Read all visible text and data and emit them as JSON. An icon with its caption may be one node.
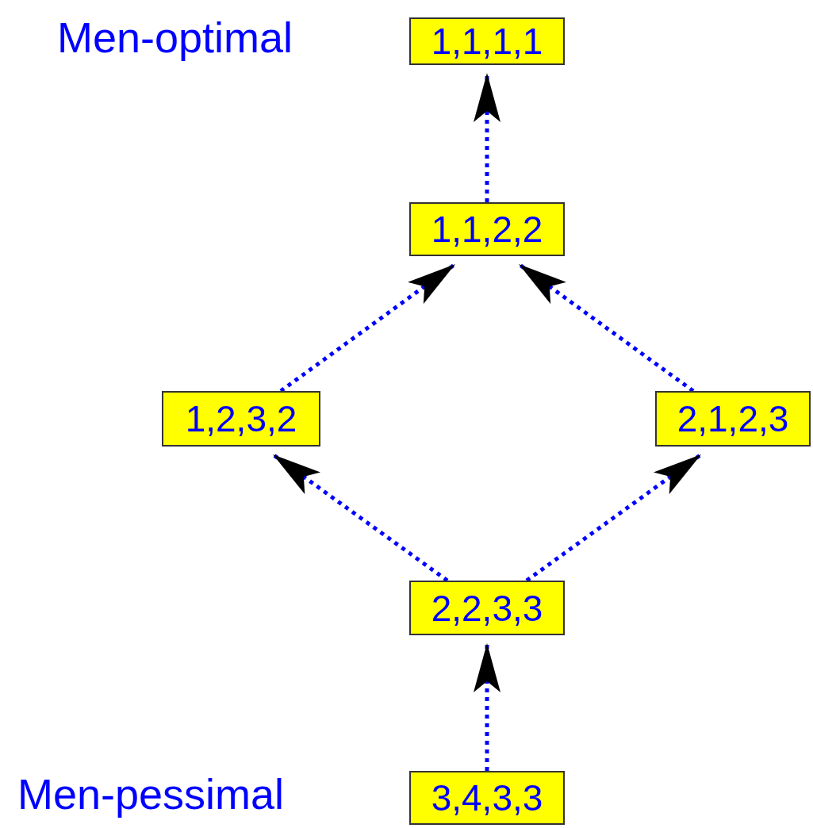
{
  "diagram": {
    "nodes": [
      {
        "text": [
          "1,1,1,1"
        ]
      },
      {
        "text": [
          "1,1,2,2"
        ]
      },
      {
        "text": [
          "1,2,3,2"
        ]
      },
      {
        "text": [
          "2,1,2,3"
        ]
      },
      {
        "text": [
          "2,2,3,3"
        ]
      },
      {
        "text": [
          "3,4,3,3"
        ]
      }
    ],
    "edges": [
      {
        "from": 1,
        "to": 0,
        "arrow": "to",
        "style": "dashed"
      },
      {
        "from": 2,
        "to": 1,
        "arrow": "to",
        "style": "dashed"
      },
      {
        "from": 3,
        "to": 1,
        "arrow": "to",
        "style": "dashed"
      },
      {
        "from": 4,
        "to": 2,
        "arrow": "to",
        "style": "dashed"
      },
      {
        "from": 4,
        "to": 3,
        "arrow": "to",
        "style": "dashed"
      },
      {
        "from": 5,
        "to": 4,
        "arrow": "to",
        "style": "dashed"
      }
    ],
    "labels": [
      "Men-optimal",
      "Men-pessimal"
    ]
  }
}
